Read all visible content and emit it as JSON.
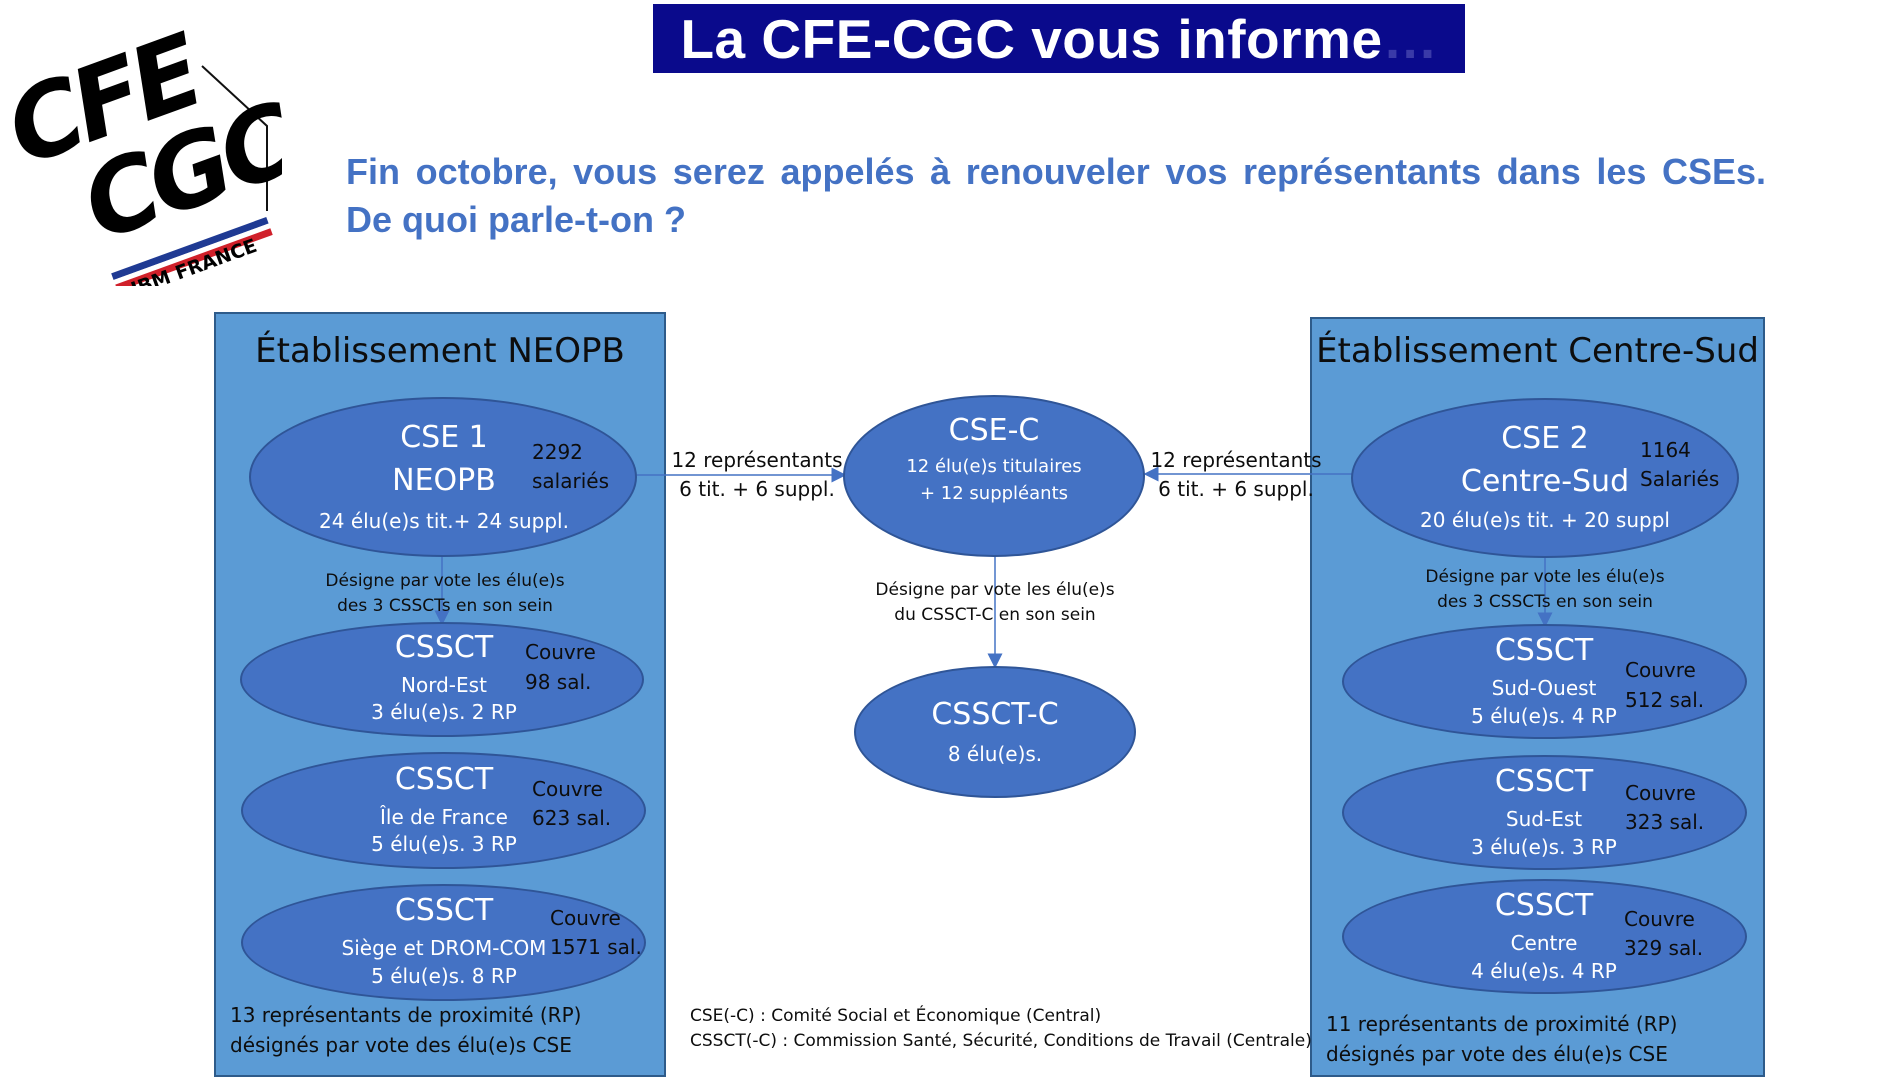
{
  "header": {
    "title": "La CFE-CGC vous informe",
    "title_suffix": "…",
    "banner_color": "#0a0a8c"
  },
  "logo": {
    "line1": "CFE",
    "line2": "CGC",
    "tagline": "IBM FRANCE",
    "stripe_colors": [
      "#1f3a93",
      "#ffffff",
      "#d0202a"
    ]
  },
  "intro": {
    "line1": "Fin octobre, vous serez appelés à renouveler vos représentants dans les CSEs.",
    "line2": "De quoi parle-t-on ?",
    "color": "#4472c4"
  },
  "left_panel": {
    "title": "Établissement NEOPB",
    "cse": {
      "line1": "CSE 1",
      "line2": "NEOPB",
      "count": "2292",
      "count_label": "salariés",
      "elected": "24 élu(e)s tit.+ 24 suppl."
    },
    "designate_note_l1": "Désigne par vote les élu(e)s",
    "designate_note_l2": "des 3 CSSCTs en son sein",
    "cssct": [
      {
        "title": "CSSCT",
        "zone": "Nord-Est",
        "elected": "3 élu(e)s. 2 RP",
        "covers": "Couvre",
        "employees": "98 sal."
      },
      {
        "title": "CSSCT",
        "zone": "Île de France",
        "elected": "5 élu(e)s. 3 RP",
        "covers": "Couvre",
        "employees": "623 sal."
      },
      {
        "title": "CSSCT",
        "zone": "Siège et DROM-COM",
        "elected": "5 élu(e)s. 8 RP",
        "covers": "Couvre",
        "employees": "1571 sal."
      }
    ],
    "footer_l1": "13 représentants de proximité (RP)",
    "footer_l2": "désignés par vote des élu(e)s CSE"
  },
  "right_panel": {
    "title": "Établissement Centre-Sud",
    "cse": {
      "line1": "CSE 2",
      "line2": "Centre-Sud",
      "count": "1164",
      "count_label": "Salariés",
      "elected": "20 élu(e)s tit. + 20 suppl"
    },
    "designate_note_l1": "Désigne par vote les élu(e)s",
    "designate_note_l2": "des 3 CSSCTs en son sein",
    "cssct": [
      {
        "title": "CSSCT",
        "zone": "Sud-Ouest",
        "elected": "5 élu(e)s. 4 RP",
        "covers": "Couvre",
        "employees": "512 sal."
      },
      {
        "title": "CSSCT",
        "zone": "Sud-Est",
        "elected": "3 élu(e)s. 3 RP",
        "covers": "Couvre",
        "employees": "323 sal."
      },
      {
        "title": "CSSCT",
        "zone": "Centre",
        "elected": "4 élu(e)s. 4 RP",
        "covers": "Couvre",
        "employees": "329 sal."
      }
    ],
    "footer_l1": "11 représentants de proximité (RP)",
    "footer_l2": "désignés par vote des élu(e)s CSE"
  },
  "center": {
    "cse_c": {
      "title": "CSE-C",
      "line1": "12 élu(e)s titulaires",
      "line2": "+ 12 suppléants"
    },
    "left_arrow_l1": "12 représentants",
    "left_arrow_l2": "6 tit. + 6 suppl.",
    "right_arrow_l1": "12 représentants",
    "right_arrow_l2": "6 tit. + 6 suppl.",
    "designate_note_l1": "Désigne par vote les élu(e)s",
    "designate_note_l2": "du CSSCT-C  en son sein",
    "cssct_c": {
      "title": "CSSCT-C",
      "elected": "8 élu(e)s."
    }
  },
  "legend": {
    "line1": "CSE(-C) : Comité Social et Économique (Central)",
    "line2": "CSSCT(-C) : Commission Santé, Sécurité, Conditions de Travail (Centrale)"
  },
  "colors": {
    "panel": "#5b9bd5",
    "ellipse": "#4472c4",
    "ellipse_border": "#2f5597"
  }
}
